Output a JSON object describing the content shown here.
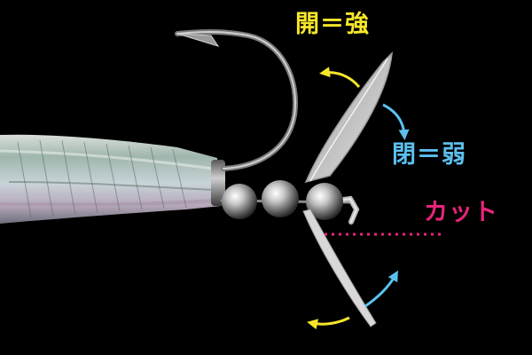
{
  "labels": {
    "open_strong": "開＝強",
    "close_weak": "閉＝弱",
    "cut": "カット"
  },
  "colors": {
    "background": "#000000",
    "open_strong": "#f5e62b",
    "close_weak": "#5cc0ee",
    "cut": "#e8247a"
  }
}
